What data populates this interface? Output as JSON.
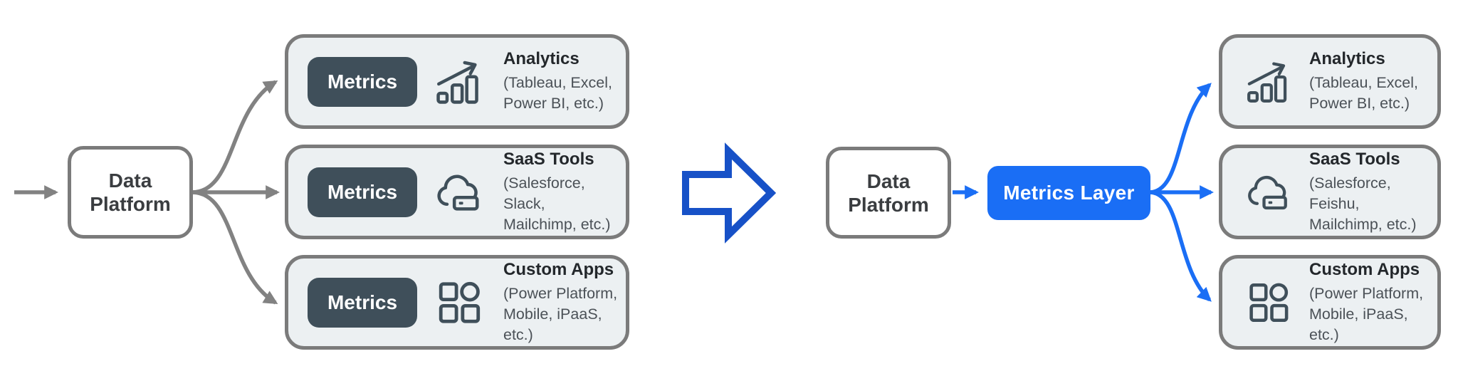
{
  "colors": {
    "accent_blue": "#1a6ef5",
    "transform_arrow_blue": "#1751c7",
    "slate_dark": "#3f4f5a",
    "box_border_gray": "#7b7b7b",
    "box_fill": "#ecf0f2",
    "connector_gray": "#828282"
  },
  "before": {
    "source_label": "Data Platform",
    "badge_label": "Metrics",
    "targets": [
      {
        "icon": "trend-bar-chart-icon",
        "title": "Analytics",
        "sub1": "(Tableau, Excel,",
        "sub2": "Power BI, etc.)"
      },
      {
        "icon": "cloud-server-icon",
        "title": "SaaS Tools",
        "sub1": "(Salesforce, Slack,",
        "sub2": "Mailchimp, etc.)"
      },
      {
        "icon": "apps-grid-icon",
        "title": "Custom Apps",
        "sub1": "(Power Platform,",
        "sub2": "Mobile, iPaaS, etc.)"
      }
    ]
  },
  "transform": {
    "symbol": "right-block-arrow"
  },
  "after": {
    "source_label": "Data Platform",
    "metrics_layer_label": "Metrics Layer",
    "targets": [
      {
        "icon": "trend-bar-chart-icon",
        "title": "Analytics",
        "sub1": "(Tableau, Excel,",
        "sub2": "Power BI, etc.)"
      },
      {
        "icon": "cloud-server-icon",
        "title": "SaaS Tools",
        "sub1": "(Salesforce, Feishu,",
        "sub2": "Mailchimp, etc.)"
      },
      {
        "icon": "apps-grid-icon",
        "title": "Custom Apps",
        "sub1": "(Power Platform,",
        "sub2": "Mobile, iPaaS, etc.)"
      }
    ]
  }
}
